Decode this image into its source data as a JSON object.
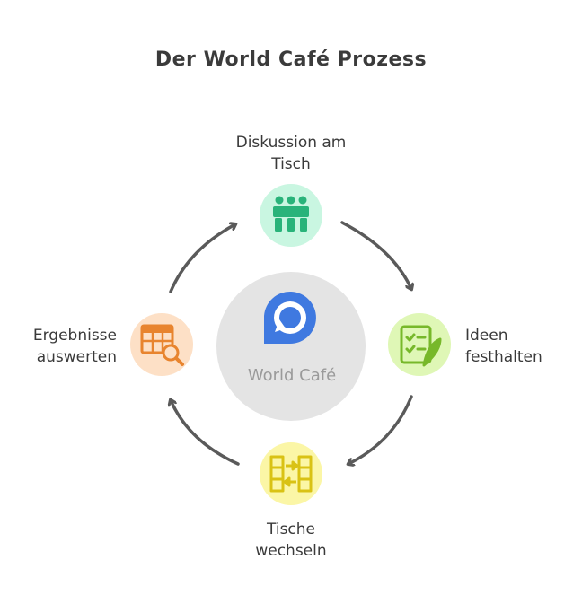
{
  "title": "Der World Café Prozess",
  "center": {
    "label": "World Café",
    "icon": "discourse-chat-icon",
    "color": "#e4e4e4",
    "icon_color": "#3f79e0"
  },
  "steps": [
    {
      "line1": "Diskussion am",
      "line2": "Tisch",
      "icon": "people-at-table-icon",
      "bg": "#c9f6e1",
      "fg": "#29b37a"
    },
    {
      "line1": "Ideen",
      "line2": "festhalten",
      "icon": "checklist-pen-icon",
      "bg": "#dff7b6",
      "fg": "#77b82a"
    },
    {
      "line1": "Tische",
      "line2": "wechseln",
      "icon": "table-swap-icon",
      "bg": "#fbf6a6",
      "fg": "#d9c214"
    },
    {
      "line1": "Ergebnisse",
      "line2": "auswerten",
      "icon": "spreadsheet-search-icon",
      "bg": "#fde0c6",
      "fg": "#e8842e"
    }
  ]
}
